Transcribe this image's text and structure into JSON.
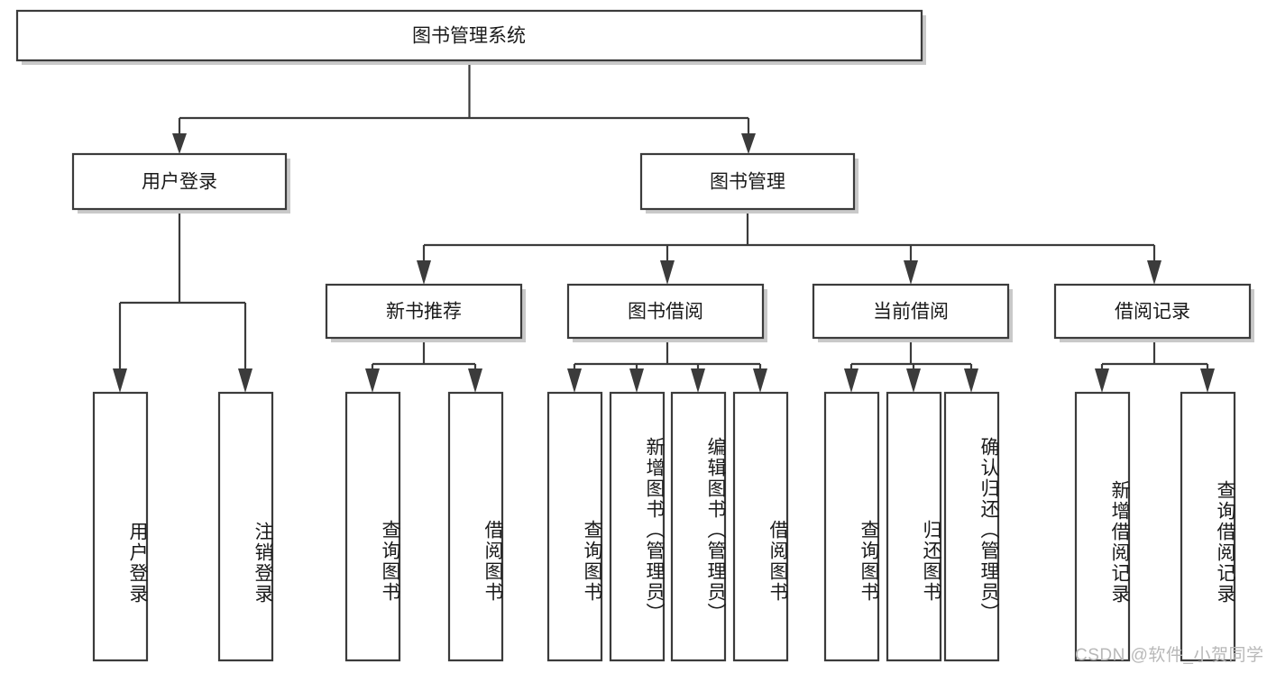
{
  "diagram": {
    "type": "tree-hierarchy-chart",
    "title": "图书管理系统",
    "root": {
      "id": "root",
      "label": "图书管理系统",
      "orientation": "horizontal"
    },
    "level2": [
      {
        "id": "user-login",
        "label": "用户登录",
        "orientation": "horizontal"
      },
      {
        "id": "book-manage",
        "label": "图书管理",
        "orientation": "horizontal"
      }
    ],
    "level3": [
      {
        "id": "new-book-recommend",
        "label": "新书推荐",
        "orientation": "horizontal",
        "parent": "book-manage"
      },
      {
        "id": "book-borrow",
        "label": "图书借阅",
        "orientation": "horizontal",
        "parent": "book-manage"
      },
      {
        "id": "current-borrow",
        "label": "当前借阅",
        "orientation": "horizontal",
        "parent": "book-manage"
      },
      {
        "id": "borrow-record",
        "label": "借阅记录",
        "orientation": "horizontal",
        "parent": "book-manage"
      }
    ],
    "leaves": [
      {
        "id": "leaf-user-login",
        "label": "用户登录",
        "orientation": "vertical",
        "parent": "user-login"
      },
      {
        "id": "leaf-user-logout",
        "label": "注销登录",
        "orientation": "vertical",
        "parent": "user-login"
      },
      {
        "id": "leaf-query-book-1",
        "label": "查询图书",
        "orientation": "vertical",
        "parent": "new-book-recommend"
      },
      {
        "id": "leaf-borrow-book-1",
        "label": "借阅图书",
        "orientation": "vertical",
        "parent": "new-book-recommend"
      },
      {
        "id": "leaf-query-book-2",
        "label": "查询图书",
        "orientation": "vertical",
        "parent": "book-borrow"
      },
      {
        "id": "leaf-add-book",
        "label": "新增图书（管理员）",
        "orientation": "vertical",
        "parent": "book-borrow"
      },
      {
        "id": "leaf-edit-book",
        "label": "编辑图书（管理员）",
        "orientation": "vertical",
        "parent": "book-borrow"
      },
      {
        "id": "leaf-borrow-book-2",
        "label": "借阅图书",
        "orientation": "vertical",
        "parent": "book-borrow"
      },
      {
        "id": "leaf-query-book-3",
        "label": "查询图书",
        "orientation": "vertical",
        "parent": "current-borrow"
      },
      {
        "id": "leaf-return-book",
        "label": "归还图书",
        "orientation": "vertical",
        "parent": "current-borrow"
      },
      {
        "id": "leaf-confirm-return",
        "label": "确认归还（管理员）",
        "orientation": "vertical",
        "parent": "current-borrow"
      },
      {
        "id": "leaf-add-record",
        "label": "新增借阅记录",
        "orientation": "vertical",
        "parent": "borrow-record"
      },
      {
        "id": "leaf-query-record",
        "label": "查询借阅记录",
        "orientation": "vertical",
        "parent": "borrow-record"
      }
    ],
    "colors": {
      "box_fill": "#ffffff",
      "box_stroke": "#3b3b3b",
      "text": "#1a1a1a",
      "background": "#ffffff",
      "watermark": "#b8b8b8"
    }
  },
  "watermark": {
    "text": "CSDN @软件_小贺同学"
  }
}
